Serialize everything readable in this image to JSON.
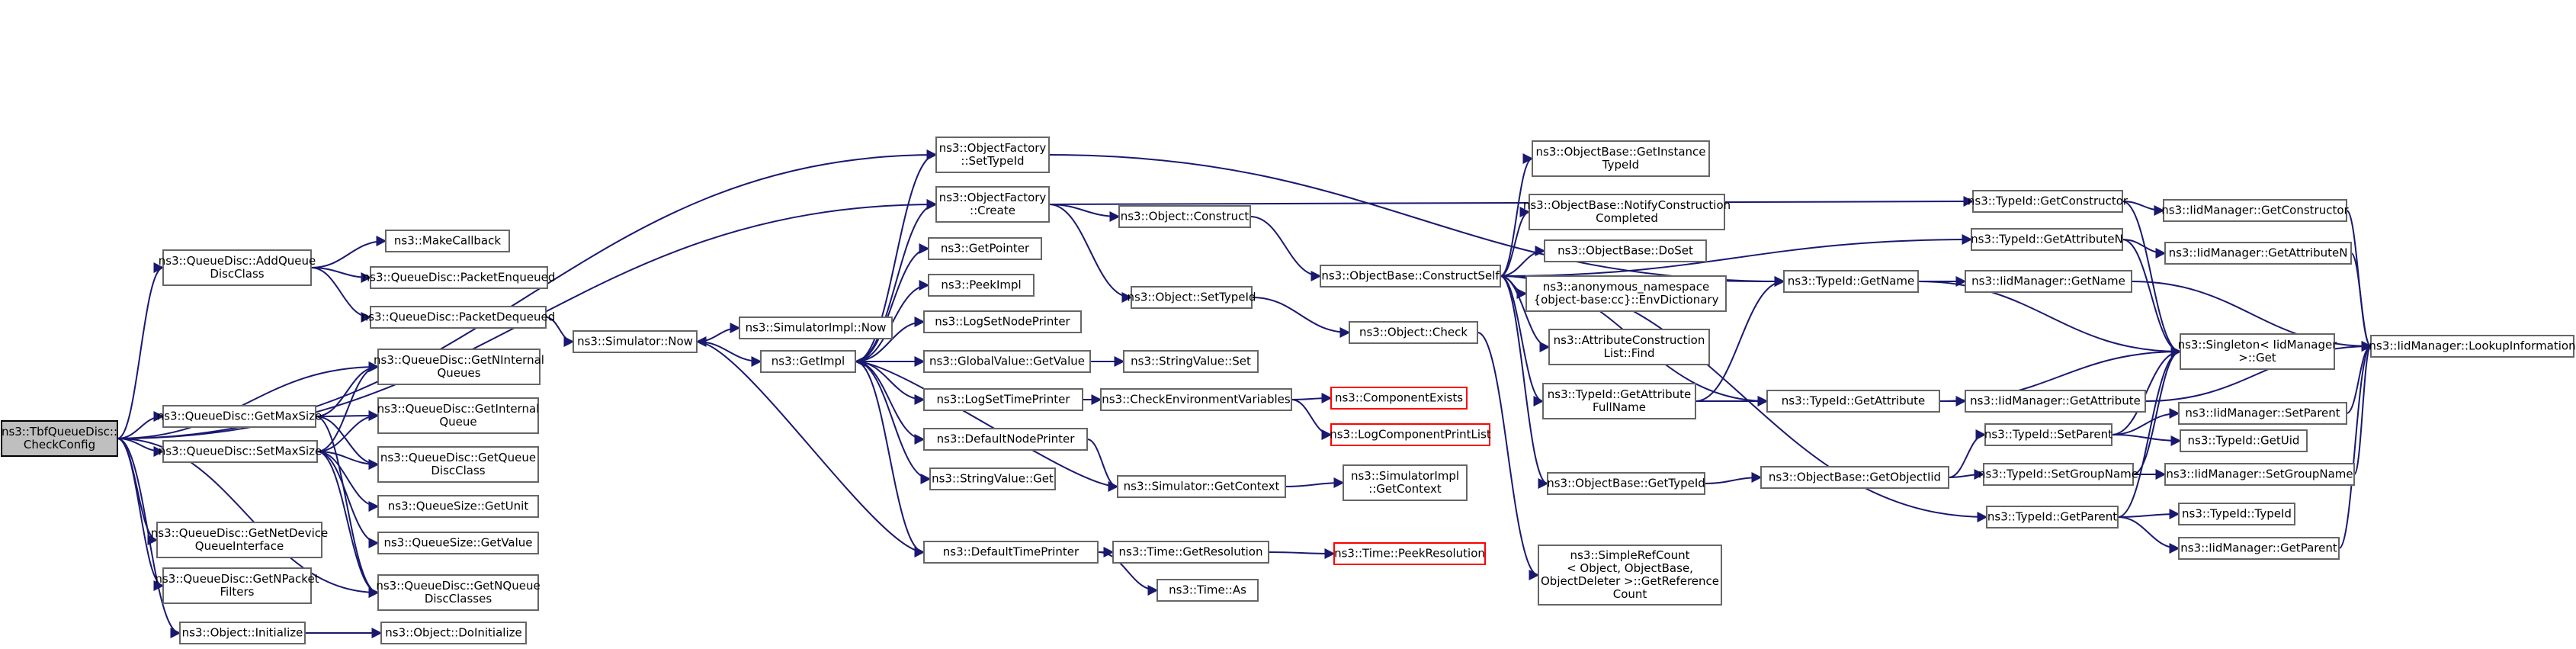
{
  "colors": {
    "edge": "#191970",
    "node_border": "#666666",
    "root_fill": "#bfbfbf",
    "red_border": "#ff0000"
  },
  "nodes": [
    {
      "id": "root",
      "lines": [
        "ns3::TbfQueueDisc::",
        "CheckConfig"
      ],
      "style": "root"
    },
    {
      "id": "addqdc",
      "lines": [
        "ns3::QueueDisc::AddQueue",
        "DiscClass"
      ]
    },
    {
      "id": "getmaxsize",
      "lines": [
        "ns3::QueueDisc::GetMaxSize"
      ]
    },
    {
      "id": "setmaxsize",
      "lines": [
        "ns3::QueueDisc::SetMaxSize"
      ]
    },
    {
      "id": "getnetdev",
      "lines": [
        "ns3::QueueDisc::GetNetDevice",
        "QueueInterface"
      ]
    },
    {
      "id": "getnpf",
      "lines": [
        "ns3::QueueDisc::GetNPacket",
        "Filters"
      ]
    },
    {
      "id": "objinit",
      "lines": [
        "ns3::Object::Initialize"
      ]
    },
    {
      "id": "makecb",
      "lines": [
        "ns3::MakeCallback"
      ]
    },
    {
      "id": "pktenq",
      "lines": [
        "ns3::QueueDisc::PacketEnqueued"
      ]
    },
    {
      "id": "pktdeq",
      "lines": [
        "ns3::QueueDisc::PacketDequeued"
      ]
    },
    {
      "id": "getnintq",
      "lines": [
        "ns3::QueueDisc::GetNInternal",
        "Queues"
      ]
    },
    {
      "id": "getintq",
      "lines": [
        "ns3::QueueDisc::GetInternal",
        "Queue"
      ]
    },
    {
      "id": "getqdc",
      "lines": [
        "ns3::QueueDisc::GetQueue",
        "DiscClass"
      ]
    },
    {
      "id": "qsgetunit",
      "lines": [
        "ns3::QueueSize::GetUnit"
      ]
    },
    {
      "id": "qsgetval",
      "lines": [
        "ns3::QueueSize::GetValue"
      ]
    },
    {
      "id": "getnqdc",
      "lines": [
        "ns3::QueueDisc::GetNQueue",
        "DiscClasses"
      ]
    },
    {
      "id": "doinit",
      "lines": [
        "ns3::Object::DoInitialize"
      ]
    },
    {
      "id": "ofsettid",
      "lines": [
        "ns3::ObjectFactory",
        "::SetTypeId"
      ]
    },
    {
      "id": "ofcreate",
      "lines": [
        "ns3::ObjectFactory",
        "::Create"
      ]
    },
    {
      "id": "simnow",
      "lines": [
        "ns3::Simulator::Now"
      ]
    },
    {
      "id": "simimplnow",
      "lines": [
        "ns3::SimulatorImpl::Now"
      ]
    },
    {
      "id": "getimpl",
      "lines": [
        "ns3::GetImpl"
      ]
    },
    {
      "id": "getptr",
      "lines": [
        "ns3::GetPointer"
      ]
    },
    {
      "id": "peekimpl",
      "lines": [
        "ns3::PeekImpl"
      ]
    },
    {
      "id": "logsnp",
      "lines": [
        "ns3::LogSetNodePrinter"
      ]
    },
    {
      "id": "gvgetval",
      "lines": [
        "ns3::GlobalValue::GetValue"
      ]
    },
    {
      "id": "logstp",
      "lines": [
        "ns3::LogSetTimePrinter"
      ]
    },
    {
      "id": "defnp",
      "lines": [
        "ns3::DefaultNodePrinter"
      ]
    },
    {
      "id": "svget",
      "lines": [
        "ns3::StringValue::Get"
      ]
    },
    {
      "id": "deftp",
      "lines": [
        "ns3::DefaultTimePrinter"
      ]
    },
    {
      "id": "objconstruct",
      "lines": [
        "ns3::Object::Construct"
      ]
    },
    {
      "id": "objsettid",
      "lines": [
        "ns3::Object::SetTypeId"
      ]
    },
    {
      "id": "svset",
      "lines": [
        "ns3::StringValue::Set"
      ]
    },
    {
      "id": "checkenv",
      "lines": [
        "ns3::CheckEnvironmentVariables"
      ]
    },
    {
      "id": "simgetctx",
      "lines": [
        "ns3::Simulator::GetContext"
      ]
    },
    {
      "id": "timegetres",
      "lines": [
        "ns3::Time::GetResolution"
      ]
    },
    {
      "id": "timeas",
      "lines": [
        "ns3::Time::As"
      ]
    },
    {
      "id": "compexists",
      "lines": [
        "ns3::ComponentExists"
      ],
      "style": "red"
    },
    {
      "id": "logcpl",
      "lines": [
        "ns3::LogComponentPrintList"
      ],
      "style": "red"
    },
    {
      "id": "simimplgetctx",
      "lines": [
        "ns3::SimulatorImpl",
        "::GetContext"
      ]
    },
    {
      "id": "timepeekres",
      "lines": [
        "ns3::Time::PeekResolution"
      ],
      "style": "red"
    },
    {
      "id": "obconstructself",
      "lines": [
        "ns3::ObjectBase::ConstructSelf"
      ]
    },
    {
      "id": "objcheck",
      "lines": [
        "ns3::Object::Check"
      ]
    },
    {
      "id": "obgetinst",
      "lines": [
        "ns3::ObjectBase::GetInstance",
        "TypeId"
      ]
    },
    {
      "id": "obnotify",
      "lines": [
        "ns3::ObjectBase::NotifyConstruction",
        "Completed"
      ]
    },
    {
      "id": "obdoset",
      "lines": [
        "ns3::ObjectBase::DoSet"
      ]
    },
    {
      "id": "envdict",
      "lines": [
        "ns3::anonymous_namespace",
        "{object-base:cc}::EnvDictionary"
      ]
    },
    {
      "id": "acfind",
      "lines": [
        "ns3::AttributeConstruction",
        "List::Find"
      ]
    },
    {
      "id": "tidgetattrfull",
      "lines": [
        "ns3::TypeId::GetAttribute",
        "FullName"
      ]
    },
    {
      "id": "obgettid",
      "lines": [
        "ns3::ObjectBase::GetTypeId"
      ]
    },
    {
      "id": "srcgetrefcount",
      "lines": [
        "ns3::SimpleRefCount",
        "< Object, ObjectBase,",
        "ObjectDeleter >::GetReference",
        "Count"
      ]
    },
    {
      "id": "tidgetname",
      "lines": [
        "ns3::TypeId::GetName"
      ]
    },
    {
      "id": "tidgetattr",
      "lines": [
        "ns3::TypeId::GetAttribute"
      ]
    },
    {
      "id": "obgetobjtid",
      "lines": [
        "ns3::ObjectBase::GetObjectIid"
      ]
    },
    {
      "id": "tidgetctor",
      "lines": [
        "ns3::TypeId::GetConstructor"
      ]
    },
    {
      "id": "tidgetattrn",
      "lines": [
        "ns3::TypeId::GetAttributeN"
      ]
    },
    {
      "id": "tidsetparent",
      "lines": [
        "ns3::TypeId::SetParent"
      ]
    },
    {
      "id": "tidsetgroup",
      "lines": [
        "ns3::TypeId::SetGroupName"
      ]
    },
    {
      "id": "tidgetparent",
      "lines": [
        "ns3::TypeId::GetParent"
      ]
    },
    {
      "id": "iidgetname",
      "lines": [
        "ns3::IidManager::GetName"
      ]
    },
    {
      "id": "iidgetattr",
      "lines": [
        "ns3::IidManager::GetAttribute"
      ]
    },
    {
      "id": "iidgetctor",
      "lines": [
        "ns3::IidManager::GetConstructor"
      ]
    },
    {
      "id": "iidgetattrn",
      "lines": [
        "ns3::IidManager::GetAttributeN"
      ]
    },
    {
      "id": "singleton",
      "lines": [
        "ns3::Singleton< IidManager",
        ">::Get"
      ]
    },
    {
      "id": "iidsetparent",
      "lines": [
        "ns3::IidManager::SetParent"
      ]
    },
    {
      "id": "tidgetuid",
      "lines": [
        "ns3::TypeId::GetUid"
      ]
    },
    {
      "id": "iidsetgroup",
      "lines": [
        "ns3::IidManager::SetGroupName"
      ]
    },
    {
      "id": "tidtid",
      "lines": [
        "ns3::TypeId::TypeId"
      ]
    },
    {
      "id": "iidgetparent",
      "lines": [
        "ns3::IidManager::GetParent"
      ]
    },
    {
      "id": "iidlookup",
      "lines": [
        "ns3::IidManager::LookupInformation"
      ]
    }
  ],
  "edges": [
    [
      "root",
      "addqdc"
    ],
    [
      "root",
      "getmaxsize"
    ],
    [
      "root",
      "setmaxsize"
    ],
    [
      "root",
      "getnetdev"
    ],
    [
      "root",
      "getnpf"
    ],
    [
      "root",
      "objinit"
    ],
    [
      "root",
      "getnintq"
    ],
    [
      "root",
      "getnqdc"
    ],
    [
      "root",
      "ofsettid"
    ],
    [
      "root",
      "ofcreate"
    ],
    [
      "addqdc",
      "makecb"
    ],
    [
      "addqdc",
      "pktenq"
    ],
    [
      "addqdc",
      "pktdeq"
    ],
    [
      "getmaxsize",
      "getnintq"
    ],
    [
      "getmaxsize",
      "getintq"
    ],
    [
      "getmaxsize",
      "getqdc"
    ],
    [
      "getmaxsize",
      "getnqdc"
    ],
    [
      "setmaxsize",
      "getnintq"
    ],
    [
      "setmaxsize",
      "getintq"
    ],
    [
      "setmaxsize",
      "getqdc"
    ],
    [
      "setmaxsize",
      "qsgetunit"
    ],
    [
      "setmaxsize",
      "qsgetval"
    ],
    [
      "setmaxsize",
      "getnqdc"
    ],
    [
      "objinit",
      "doinit"
    ],
    [
      "pktdeq",
      "simnow"
    ],
    [
      "simnow",
      "simimplnow"
    ],
    [
      "simnow",
      "getimpl"
    ],
    [
      "getimpl",
      "ofsettid"
    ],
    [
      "getimpl",
      "ofcreate"
    ],
    [
      "getimpl",
      "getptr"
    ],
    [
      "getimpl",
      "peekimpl"
    ],
    [
      "getimpl",
      "logsnp"
    ],
    [
      "getimpl",
      "gvgetval"
    ],
    [
      "getimpl",
      "logstp"
    ],
    [
      "getimpl",
      "defnp"
    ],
    [
      "getimpl",
      "svget"
    ],
    [
      "getimpl",
      "deftp"
    ],
    [
      "ofcreate",
      "objconstruct"
    ],
    [
      "ofcreate",
      "objsettid"
    ],
    [
      "ofcreate",
      "tidgetctor"
    ],
    [
      "ofsettid",
      "tidgetname"
    ],
    [
      "gvgetval",
      "svset"
    ],
    [
      "logstp",
      "checkenv"
    ],
    [
      "defnp",
      "simgetctx"
    ],
    [
      "deftp",
      "simnow"
    ],
    [
      "deftp",
      "timegetres"
    ],
    [
      "deftp",
      "timeas"
    ],
    [
      "simgetctx",
      "getimpl"
    ],
    [
      "simgetctx",
      "simimplgetctx"
    ],
    [
      "checkenv",
      "compexists"
    ],
    [
      "checkenv",
      "logcpl"
    ],
    [
      "timegetres",
      "timepeekres"
    ],
    [
      "objconstruct",
      "obconstructself"
    ],
    [
      "objsettid",
      "objcheck"
    ],
    [
      "objcheck",
      "srcgetrefcount"
    ],
    [
      "obconstructself",
      "obgetinst"
    ],
    [
      "obconstructself",
      "obnotify"
    ],
    [
      "obconstructself",
      "obdoset"
    ],
    [
      "obconstructself",
      "envdict"
    ],
    [
      "obconstructself",
      "acfind"
    ],
    [
      "obconstructself",
      "tidgetattrfull"
    ],
    [
      "obconstructself",
      "obgettid"
    ],
    [
      "obconstructself",
      "tidgetname"
    ],
    [
      "obconstructself",
      "tidgetattr"
    ],
    [
      "obconstructself",
      "tidgetattrn"
    ],
    [
      "obconstructself",
      "tidgetparent"
    ],
    [
      "tidgetattrfull",
      "tidgetname"
    ],
    [
      "tidgetattrfull",
      "tidgetattr"
    ],
    [
      "obgettid",
      "obgetobjtid"
    ],
    [
      "obgetobjtid",
      "tidsetparent"
    ],
    [
      "obgetobjtid",
      "tidsetgroup"
    ],
    [
      "tidgetname",
      "iidgetname"
    ],
    [
      "tidgetname",
      "singleton"
    ],
    [
      "tidgetattr",
      "singleton"
    ],
    [
      "tidgetattr",
      "iidgetattr"
    ],
    [
      "tidgetctor",
      "iidgetctor"
    ],
    [
      "tidgetctor",
      "singleton"
    ],
    [
      "tidgetattrn",
      "iidgetattrn"
    ],
    [
      "tidgetattrn",
      "singleton"
    ],
    [
      "tidsetparent",
      "singleton"
    ],
    [
      "tidsetparent",
      "iidsetparent"
    ],
    [
      "tidsetparent",
      "tidgetuid"
    ],
    [
      "tidsetgroup",
      "singleton"
    ],
    [
      "tidsetgroup",
      "iidsetgroup"
    ],
    [
      "tidgetparent",
      "singleton"
    ],
    [
      "tidgetparent",
      "tidtid"
    ],
    [
      "tidgetparent",
      "iidgetparent"
    ],
    [
      "iidgetname",
      "iidlookup"
    ],
    [
      "iidgetctor",
      "iidlookup"
    ],
    [
      "iidgetattrn",
      "iidlookup"
    ],
    [
      "iidsetparent",
      "iidlookup"
    ],
    [
      "iidsetgroup",
      "iidlookup"
    ],
    [
      "iidgetparent",
      "iidlookup"
    ],
    [
      "iidgetattr",
      "iidlookup"
    ]
  ]
}
